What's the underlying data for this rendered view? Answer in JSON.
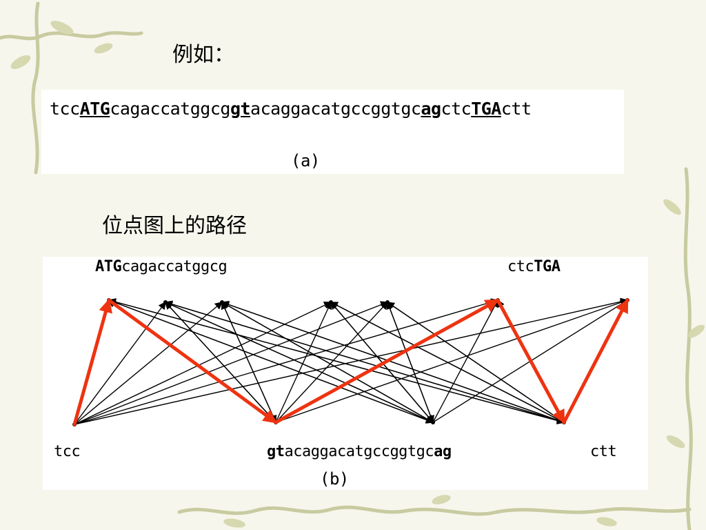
{
  "slide": {
    "example_label": "例如：",
    "path_heading": "位点图上的路径"
  },
  "figure_a": {
    "sequence": [
      {
        "t": "tcc",
        "s": "n"
      },
      {
        "t": "ATG",
        "s": "bu"
      },
      {
        "t": "cagaccatggcg",
        "s": "n"
      },
      {
        "t": "gt",
        "s": "bu"
      },
      {
        "t": "acaggacatgccggtgc",
        "s": "n"
      },
      {
        "t": "ag",
        "s": "bu"
      },
      {
        "t": "ctc",
        "s": "n"
      },
      {
        "t": "TGA",
        "s": "bu"
      },
      {
        "t": "ctt",
        "s": "n"
      }
    ],
    "caption": "(a)"
  },
  "figure_b": {
    "caption": "(b)",
    "labels": {
      "atg_line": [
        {
          "t": "ATG",
          "s": "b"
        },
        {
          "t": "cagaccatggcg",
          "s": "n"
        }
      ],
      "ctc_tga": [
        {
          "t": "ctc",
          "s": "n"
        },
        {
          "t": "TGA",
          "s": "b"
        }
      ],
      "tcc": [
        {
          "t": "tcc",
          "s": "n"
        }
      ],
      "gt_line": [
        {
          "t": "gt",
          "s": "b"
        },
        {
          "t": "acaggacatgccggtgc",
          "s": "n"
        },
        {
          "t": "ag",
          "s": "b"
        }
      ],
      "ctt": [
        {
          "t": "ctt",
          "s": "n"
        }
      ]
    },
    "edge_color": "#000000",
    "highlight_color": "#ee3311"
  }
}
